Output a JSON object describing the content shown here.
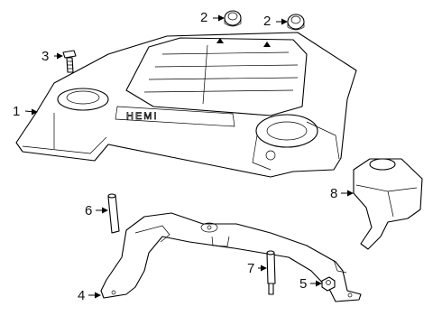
{
  "callouts": [
    {
      "id": "c1",
      "label": "1"
    },
    {
      "id": "c2a",
      "label": "2"
    },
    {
      "id": "c2b",
      "label": "2"
    },
    {
      "id": "c3",
      "label": "3"
    },
    {
      "id": "c4",
      "label": "4"
    },
    {
      "id": "c5",
      "label": "5"
    },
    {
      "id": "c6",
      "label": "6"
    },
    {
      "id": "c7",
      "label": "7"
    },
    {
      "id": "c8",
      "label": "8"
    }
  ],
  "parts": [
    {
      "icon": "engine-cover"
    },
    {
      "icon": "grommet"
    },
    {
      "icon": "grommet"
    },
    {
      "icon": "bolt"
    },
    {
      "icon": "mounting-bracket"
    },
    {
      "icon": "nut"
    },
    {
      "icon": "stud"
    },
    {
      "icon": "stud"
    },
    {
      "icon": "insulator-pad"
    }
  ]
}
